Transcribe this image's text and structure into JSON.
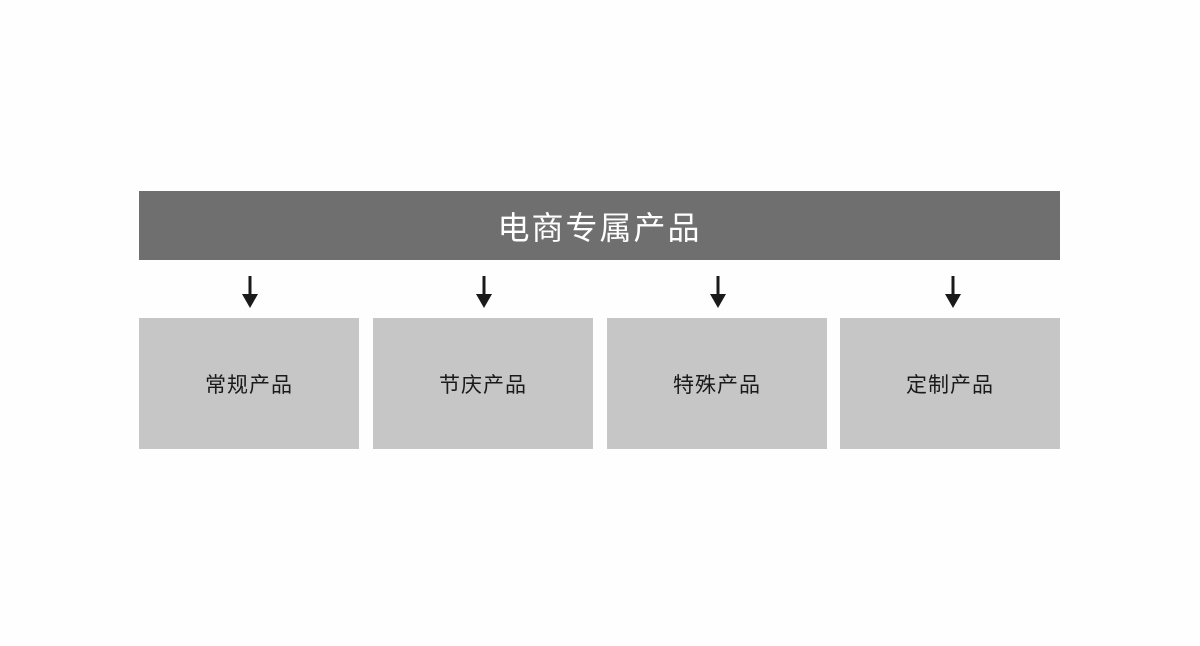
{
  "diagram": {
    "header": {
      "title": "电商专属产品",
      "background": "#6f6f6f",
      "text_color": "#ffffff"
    },
    "boxes": [
      {
        "label": "常规产品"
      },
      {
        "label": "节庆产品"
      },
      {
        "label": "特殊产品"
      },
      {
        "label": "定制产品"
      }
    ],
    "box_color": "#c6c6c6",
    "arrow_color": "#1a1a1a",
    "arrow_icon": "arrow-down-icon"
  }
}
